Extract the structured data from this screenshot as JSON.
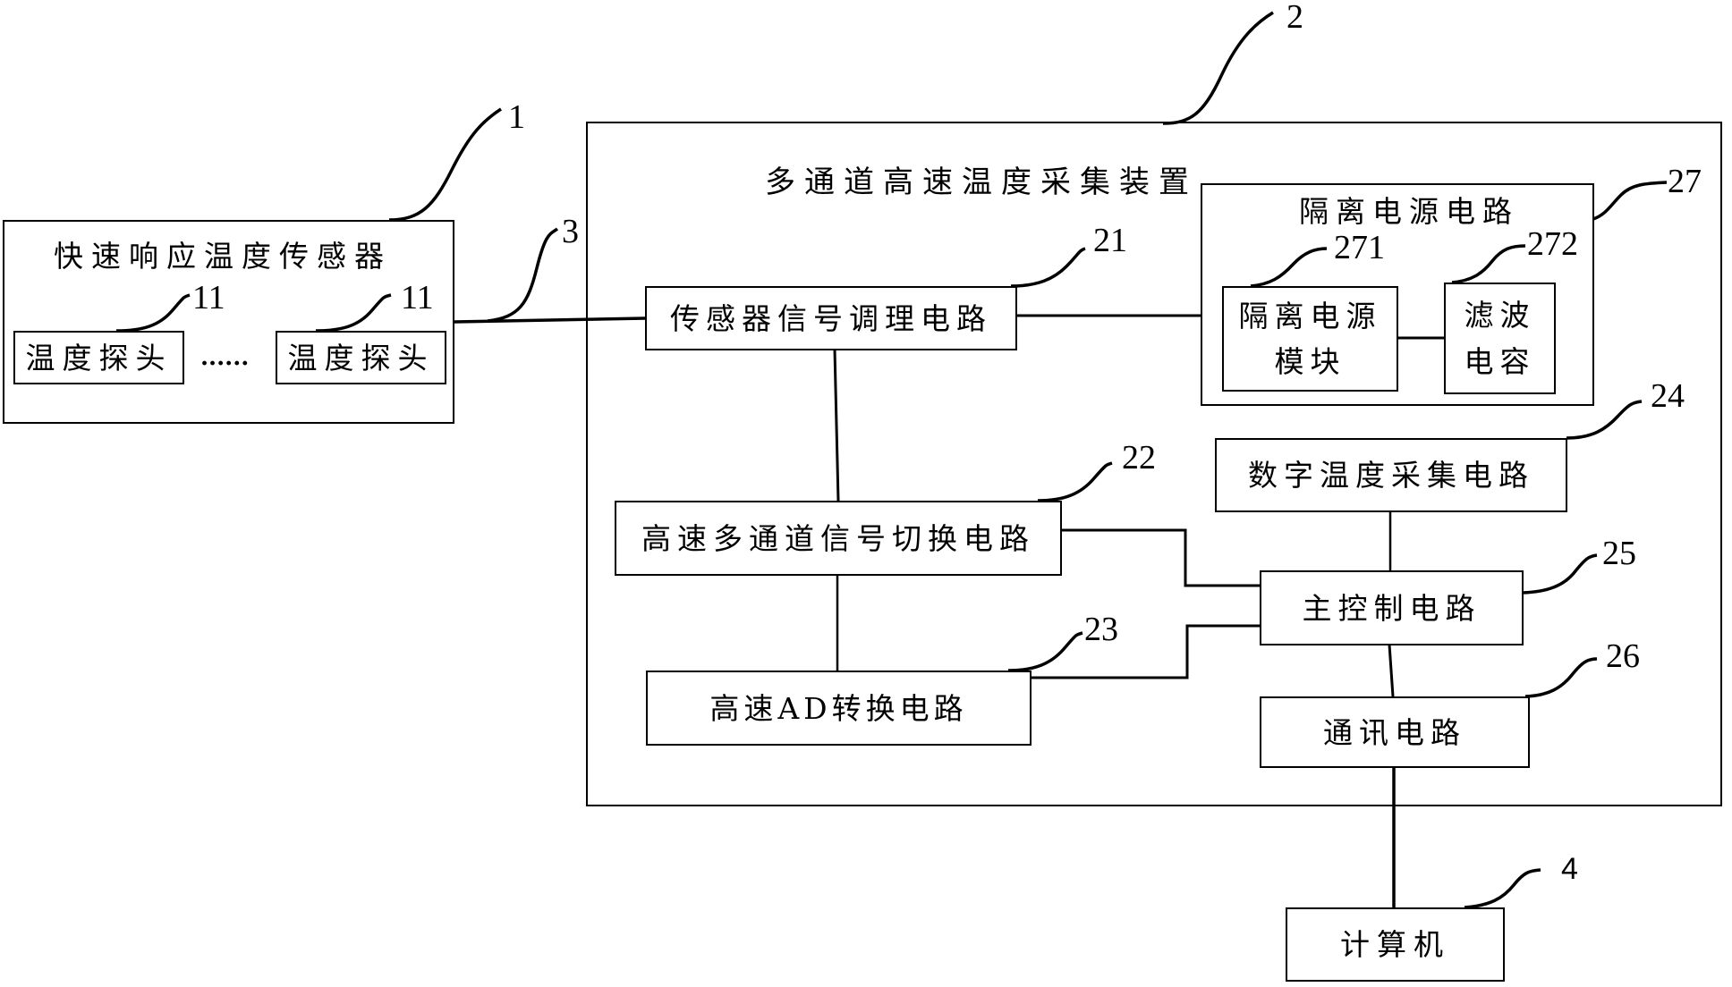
{
  "diagram": {
    "sensor": {
      "ref": "1",
      "title": "快速响应温度传感器",
      "probes": [
        {
          "ref": "11",
          "label": "温度探头"
        },
        {
          "ref": "11",
          "label": "温度探头"
        }
      ],
      "ellipsis": "......"
    },
    "cable": {
      "ref": "3"
    },
    "device": {
      "ref": "2",
      "title": "多通道高速温度采集装置",
      "signal_conditioning": {
        "ref": "21",
        "label": "传感器信号调理电路"
      },
      "mux_switch": {
        "ref": "22",
        "label": "高速多通道信号切换电路"
      },
      "ad_converter": {
        "ref": "23",
        "label": "高速AD转换电路"
      },
      "digital_temp": {
        "ref": "24",
        "label": "数字温度采集电路"
      },
      "main_control": {
        "ref": "25",
        "label": "主控制电路"
      },
      "communication": {
        "ref": "26",
        "label": "通讯电路"
      },
      "isolated_power": {
        "ref": "27",
        "title": "隔离电源电路",
        "module": {
          "ref": "271",
          "label_line1": "隔离电源",
          "label_line2": "模块"
        },
        "filter_cap": {
          "ref": "272",
          "label_line1": "滤波",
          "label_line2": "电容"
        }
      }
    },
    "computer": {
      "ref": "4",
      "label": "计算机"
    }
  }
}
